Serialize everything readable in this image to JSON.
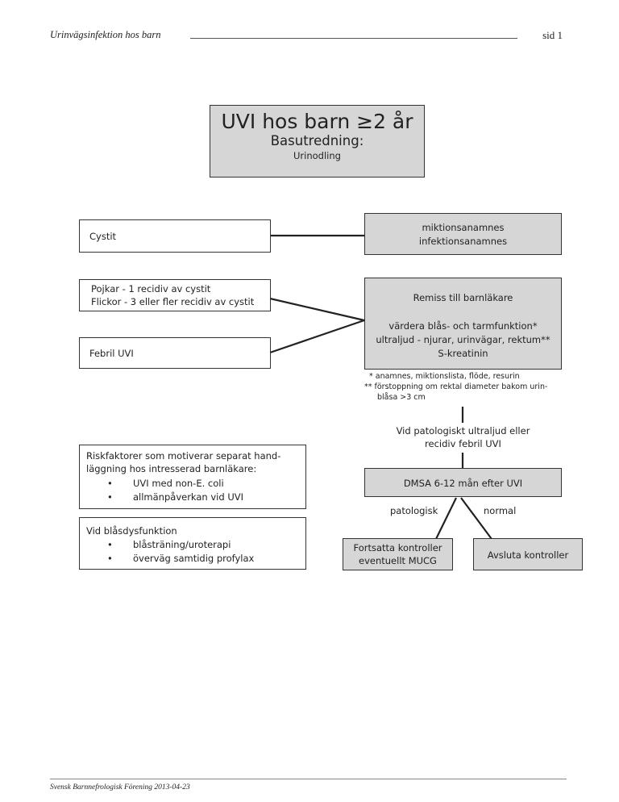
{
  "header": {
    "title": "Urinvägsinfektion hos barn",
    "page": "sid 1"
  },
  "main_box": {
    "title": "UVI hos barn ≥2 år",
    "subtitle": "Basutredning:",
    "sub2": "Urinodling"
  },
  "left": {
    "cystit": "Cystit",
    "recidiv_line1": "Pojkar - 1 recidiv av cystit",
    "recidiv_line2": "Flickor - 3 eller fler recidiv av cystit",
    "febril": "Febril UVI"
  },
  "right": {
    "anamnes_line1": "miktionsanamnes",
    "anamnes_line2": "infektionsanamnes",
    "remiss_title": "Remiss till barnläkare",
    "remiss_line1": "värdera blås- och tarmfunktion*",
    "remiss_line2": "ultraljud - njurar, urinvägar, rektum**",
    "remiss_line3": "S-kreatinin",
    "note1": "* anamnes, miktionslista, flöde, resurin",
    "note2a": "** förstoppning om rektal diameter bakom urin-",
    "note2b": "blåsa >3 cm",
    "patologiskt_line1": "Vid patologiskt ultraljud eller",
    "patologiskt_line2": "recidiv febril UVI",
    "dmsa": "DMSA 6-12 mån efter UVI",
    "patologisk": "patologisk",
    "normal": "normal",
    "fortsatta_line1": "Fortsatta kontroller",
    "fortsatta_line2": "eventuellt MUCG",
    "avsluta": "Avsluta kontroller"
  },
  "risk": {
    "title_line1": "Riskfaktorer som motiverar separat hand-",
    "title_line2": "läggning hos intresserad barnläkare:",
    "bullet": "•",
    "items": [
      "UVI med non-E. coli",
      "allmänpåverkan vid UVI"
    ]
  },
  "blas": {
    "title": "Vid blåsdysfunktion",
    "bullet": "•",
    "items": [
      "blåsträning/uroterapi",
      "överväg samtidig profylax"
    ]
  },
  "footer": {
    "text": "Svensk Barnnefrologisk Förening  2013-04-23"
  }
}
